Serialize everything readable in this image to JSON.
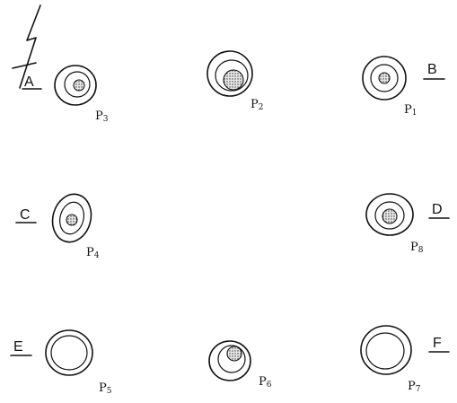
{
  "letters": {
    "a": "A",
    "b": "B",
    "c": "C",
    "d": "D",
    "e": "E",
    "f": "F"
  },
  "pit_labels": {
    "p1": {
      "name": "P",
      "sub": "1"
    },
    "p2": {
      "name": "P",
      "sub": "2"
    },
    "p3": {
      "name": "P",
      "sub": "3"
    },
    "p4": {
      "name": "P",
      "sub": "4"
    },
    "p5": {
      "name": "P",
      "sub": "5"
    },
    "p6": {
      "name": "P",
      "sub": "6"
    },
    "p7": {
      "name": "P",
      "sub": "7"
    },
    "p8": {
      "name": "P",
      "sub": "8"
    }
  },
  "colors": {
    "ink": "#111111",
    "stipple": "#cfcfcf",
    "background": "#ffffff"
  },
  "icons": {
    "north": "north-arrow-icon"
  }
}
